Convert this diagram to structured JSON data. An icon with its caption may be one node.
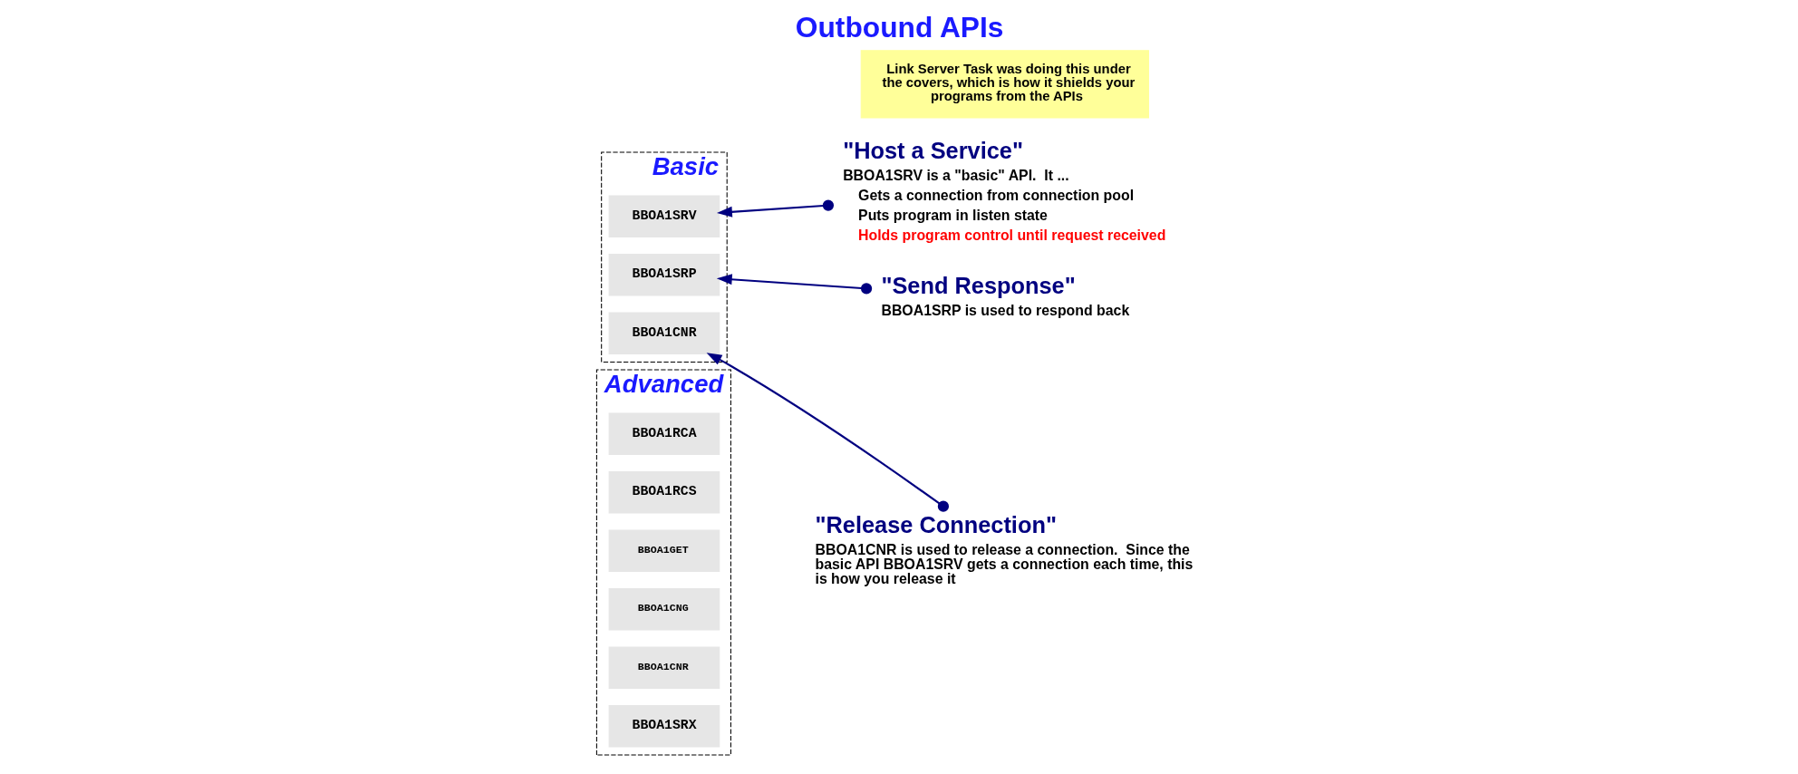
{
  "diagram": {
    "title": "Outbound APIs",
    "nodes": [
      {
        "text": [
          "Basic"
        ]
      },
      {
        "text": [
          "BBOA1SRV"
        ],
        "in": 0
      },
      {
        "text": [
          "BBOA1SRP"
        ],
        "in": 0
      },
      {
        "text": [
          "BBOA1CNR"
        ],
        "in": 0
      },
      {
        "text": [
          "Advanced"
        ]
      },
      {
        "text": [
          "BBOA1RCA"
        ],
        "in": 4
      },
      {
        "text": [
          "BBOA1RCS"
        ],
        "in": 4
      },
      {
        "text": [
          "BBOA1GET"
        ],
        "in": 4
      },
      {
        "text": [
          "BBOA1CNG"
        ],
        "in": 4
      },
      {
        "text": [
          "BBOA1CNR"
        ],
        "in": 4
      },
      {
        "text": [
          "BBOA1SRX"
        ],
        "in": 4
      },
      {
        "text": [
          "\"Host a Service\"",
          "BBOA1SRV is a \"basic\" API.  It ...",
          "Gets a connection from connection pool",
          "Puts program in listen state",
          "Holds program control until request received"
        ]
      },
      {
        "text": [
          "\"Send Response\"",
          "BBOA1SRP is used to respond back"
        ]
      },
      {
        "text": [
          "\"Release Connection\"",
          "BBOA1CNR is used to release a connection.  Since the basic API BBOA1SRV gets a connection each time, this is how you release it"
        ]
      },
      {
        "text": [
          "Link Server Task was doing this under the covers, which is how it shields your programs from the APIs"
        ]
      }
    ],
    "edges": [
      {
        "from": 11,
        "to": 1,
        "arrow": "to"
      },
      {
        "from": 12,
        "to": 2,
        "arrow": "to"
      },
      {
        "from": 13,
        "to": 3,
        "arrow": "to"
      }
    ]
  }
}
